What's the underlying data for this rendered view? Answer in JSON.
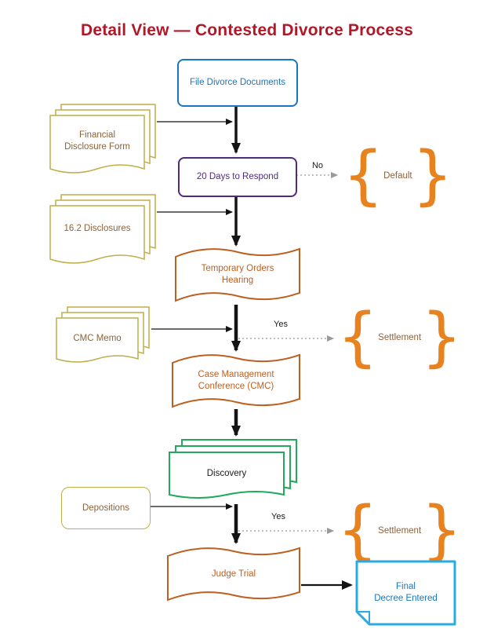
{
  "title": "Detail View — Contested Divorce Process",
  "colors": {
    "title_red": "#B01828",
    "process_blue": "#1B75BC",
    "respond_purple": "#4F2B7C",
    "document_tan": "#BFAE4A",
    "document_text_brown": "#8C6239",
    "banner_orange": "#BE5F1F",
    "brace_orange": "#E8821E",
    "discovery_green": "#22A95B",
    "decree_cyan": "#29ABE2",
    "arrow_black": "#141414",
    "dotted_gray": "#9a9a9a"
  },
  "nodes": {
    "file_divorce_documents": {
      "label": "File Divorce Documents"
    },
    "financial_disclosure_form": {
      "label": "Financial\nDisclosure Form"
    },
    "twenty_days_to_respond": {
      "label": "20 Days to Respond"
    },
    "default": {
      "label": "Default"
    },
    "disclosures_162": {
      "label": "16.2 Disclosures"
    },
    "temporary_orders_hearing": {
      "label": "Temporary Orders\nHearing"
    },
    "cmc_memo": {
      "label": "CMC Memo"
    },
    "settlement_1": {
      "label": "Settlement"
    },
    "case_management_conference": {
      "label": "Case Management\nConference (CMC)"
    },
    "discovery": {
      "label": "Discovery"
    },
    "depositions": {
      "label": "Depositions"
    },
    "settlement_2": {
      "label": "Settlement"
    },
    "judge_trial": {
      "label": "Judge Trial"
    },
    "final_decree_entered": {
      "label": "Final\nDecree Entered"
    }
  },
  "edges": {
    "no_label": "No",
    "yes_label_1": "Yes",
    "yes_label_2": "Yes"
  },
  "glyphs": {
    "brace_left": "{",
    "brace_right": "}"
  }
}
